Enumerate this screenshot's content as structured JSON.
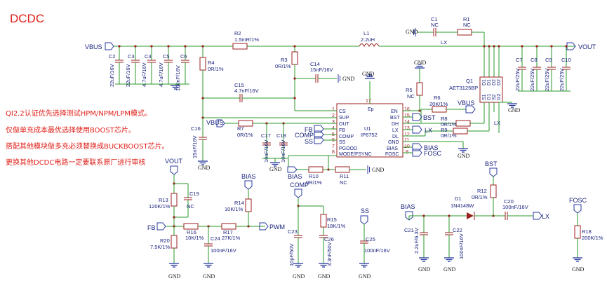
{
  "title": "DCDC",
  "notes": [
    "QI2.2认证优先选择测试HPM/NPM/LPM模式。",
    "仅做单充成本最优选择使用BOOST芯片。",
    "搭配其他模块做多充必须替换成BUCKBOOST芯片。",
    "更换其他DCDC电路一定要联系原厂进行审核"
  ],
  "ports": {
    "vbus_left": "VBUS",
    "vout_right": "VOUT",
    "vbus_mid": "VBUS",
    "vout_left": "VOUT",
    "fb_left": "FB",
    "pwm": "PWM",
    "bias_top": "BIAS",
    "bias_mid": "BIAS",
    "comp_mid": "COMP",
    "bias_right": "BIAS",
    "bst_top": "BST",
    "lx_right": "LX",
    "fosc_top": "FOSC",
    "lx_top": "LX",
    "bst_ic": "BST",
    "lx_ic": "LX",
    "bias_ic": "BIAS",
    "fosc_ic": "FOSC",
    "fb_ic": "FB",
    "comp_ic": "COMP",
    "ss_ic": "SS",
    "ss_bottom": "SS",
    "lx_q1": "LX"
  },
  "gnd": "GND",
  "components": {
    "R2": {
      "ref": "R2",
      "val": "1.5mR/1%"
    },
    "L1": {
      "ref": "L1",
      "val": "2.2uH"
    },
    "C1": {
      "ref": "C1",
      "val": "NC"
    },
    "R1": {
      "ref": "R1",
      "val": "NC"
    },
    "C2": {
      "ref": "C2",
      "val": "22uF/16V"
    },
    "C3": {
      "ref": "C3",
      "val": "22uF/16V"
    },
    "C4": {
      "ref": "C4",
      "val": "4.7uF/16V"
    },
    "C5": {
      "ref": "C5",
      "val": "4.7uF/16V"
    },
    "C6": {
      "ref": "C6",
      "val": "100nF/16V"
    },
    "R4": {
      "ref": "R4",
      "val": "0R/1%"
    },
    "R3": {
      "ref": "R3",
      "val": "0R/1%"
    },
    "C14": {
      "ref": "C14",
      "val": "15nF/16V"
    },
    "C15": {
      "ref": "C15",
      "val": "4.7nF/16V"
    },
    "C16": {
      "ref": "C16",
      "val": "15nF/16V"
    },
    "R7": {
      "ref": "R7",
      "val": "0R/1%"
    },
    "C17": {
      "ref": "C17",
      "val": "10nF/16V"
    },
    "C18": {
      "ref": "C18",
      "val": "10nF/16V"
    },
    "U1": {
      "ref": "U1",
      "val": "IP6752"
    },
    "R5": {
      "ref": "R5",
      "val": "NC"
    },
    "R6": {
      "ref": "R6",
      "val": "20K/1%"
    },
    "R8": {
      "ref": "R8",
      "val": "0R/1%"
    },
    "R9": {
      "ref": "R9",
      "val": "0R/1%"
    },
    "R10": {
      "ref": "R10",
      "val": "0R/1%"
    },
    "R11": {
      "ref": "R11",
      "val": "NC"
    },
    "Q1": {
      "ref": "Q1",
      "val": "AET3125BP"
    },
    "C7": {
      "ref": "C7",
      "val": "22uF/25V"
    },
    "C8": {
      "ref": "C8",
      "val": "22uF/25V"
    },
    "C9": {
      "ref": "C9",
      "val": "22uF/25V"
    },
    "C10": {
      "ref": "C10",
      "val": "22uF/25V"
    },
    "R13": {
      "ref": "R13",
      "val": "120K/1%"
    },
    "C19": {
      "ref": "C19",
      "val": "NC"
    },
    "R16": {
      "ref": "R16",
      "val": "10K/1%"
    },
    "R17": {
      "ref": "R17",
      "val": "27K/1%"
    },
    "R14": {
      "ref": "R14",
      "val": "10K/1%"
    },
    "R20": {
      "ref": "R20",
      "val": "7.5K/1%"
    },
    "C24": {
      "ref": "C24",
      "val": "100nF/16V"
    },
    "C23": {
      "ref": "C23",
      "val": "10pF/50V"
    },
    "R15": {
      "ref": "R15",
      "val": "18K/1%"
    },
    "C26": {
      "ref": "C26",
      "val": "3.3nF/50V"
    },
    "C25": {
      "ref": "C25",
      "val": "100nF/16V"
    },
    "C21": {
      "ref": "C21",
      "val": "2.2uF/6.3V"
    },
    "C22": {
      "ref": "C22",
      "val": "100nF/16V"
    },
    "D1": {
      "ref": "D1",
      "val": "1N4148W"
    },
    "R12": {
      "ref": "R12",
      "val": "0R/1%"
    },
    "C20": {
      "ref": "C20",
      "val": "100nF/16V"
    },
    "R18": {
      "ref": "R18",
      "val": "200K/1%"
    }
  },
  "u1_pins_left": [
    {
      "num": "1",
      "name": "CS"
    },
    {
      "num": "2",
      "name": "SUP"
    },
    {
      "num": "3",
      "name": "OUT"
    },
    {
      "num": "4",
      "name": "FB"
    },
    {
      "num": "5",
      "name": "COMP"
    },
    {
      "num": "6",
      "name": "SS"
    },
    {
      "num": "7",
      "name": "PGOOD"
    },
    {
      "num": "8",
      "name": "MODE/FSYNC"
    }
  ],
  "u1_pins_right": [
    {
      "num": "16",
      "name": "EN"
    },
    {
      "num": "15",
      "name": "BST"
    },
    {
      "num": "14",
      "name": "DH"
    },
    {
      "num": "13",
      "name": "LX"
    },
    {
      "num": "12",
      "name": "DL"
    },
    {
      "num": "11",
      "name": "GND"
    },
    {
      "num": "10",
      "name": "BIAS"
    },
    {
      "num": "9",
      "name": "FOSC"
    }
  ],
  "u1_pin_top": {
    "num": "17",
    "name": "Ep"
  },
  "q1_pins": [
    "S1",
    "G1",
    "S2",
    "G2",
    "D1",
    "D1",
    "D2",
    "D2"
  ]
}
